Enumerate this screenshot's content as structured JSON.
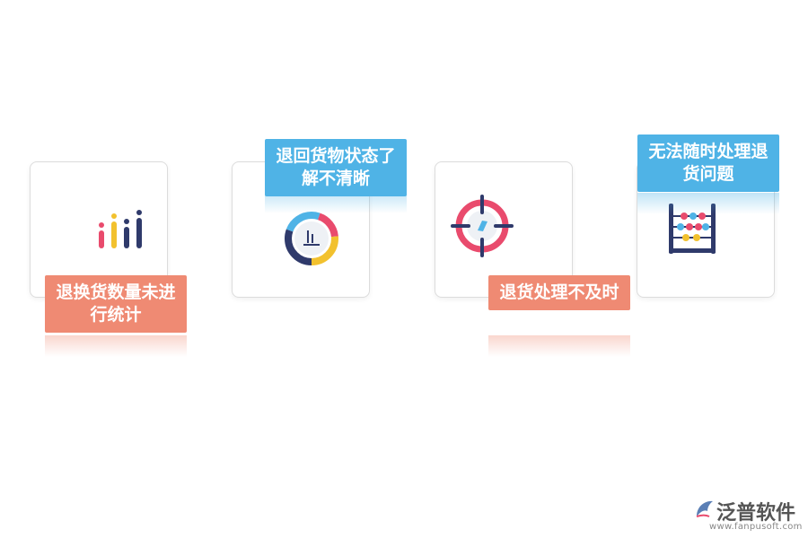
{
  "items": [
    {
      "label": "退换货数量未进行统计",
      "icon": "bar-chart-icon",
      "color": "#ef8a73"
    },
    {
      "label": "退回货物状态了解不清晰",
      "icon": "donut-chart-icon",
      "color": "#4fb3e6"
    },
    {
      "label": "退货处理不及时",
      "icon": "target-icon",
      "color": "#ef8a73"
    },
    {
      "label": "无法随时处理退货问题",
      "icon": "abacus-icon",
      "color": "#4fb3e6"
    }
  ],
  "brand": {
    "name": "泛普软件",
    "url": "www.fanpusoft.com"
  }
}
